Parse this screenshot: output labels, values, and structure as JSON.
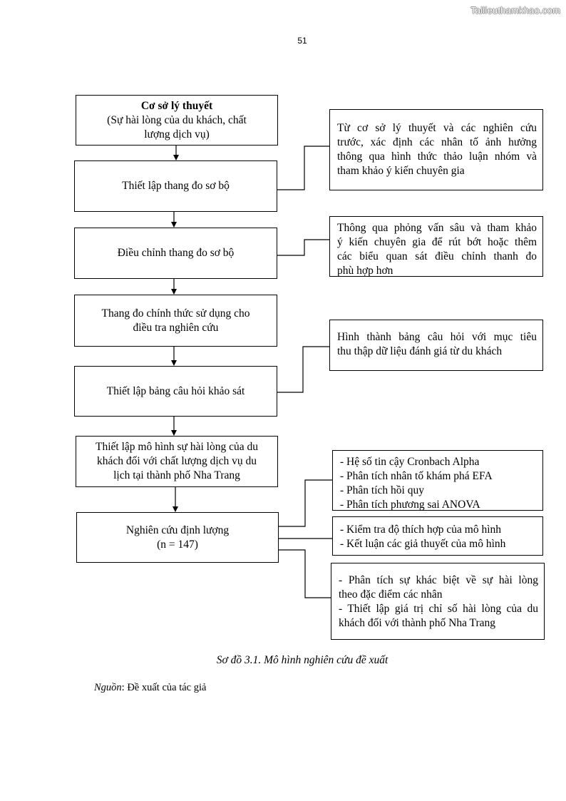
{
  "watermark": "Tailieuthamkhao.com",
  "page_number": "51",
  "left_boxes": {
    "b1": {
      "title": "Cơ sở lý thuyết",
      "line2": "(Sự hài lòng của du khách, chất",
      "line3": "lượng dịch vụ)"
    },
    "b2": {
      "line1": "Thiết lập thang đo sơ bộ"
    },
    "b3": {
      "line1": "Điều chỉnh thang đo sơ bộ"
    },
    "b4": {
      "line1": "Thang đo chính thức sử dụng cho",
      "line2": "điều tra nghiên cứu"
    },
    "b5": {
      "line1": "Thiết lập bảng câu hỏi khảo sát"
    },
    "b6": {
      "line1": "Thiết lập mô hình sự hài lòng của du",
      "line2": "khách đối với chất lượng dịch vụ du",
      "line3": "lịch tại thành phố Nha Trang"
    },
    "b7": {
      "line1": "Nghiên cứu định lượng",
      "line2": "(n = 147)"
    }
  },
  "right_boxes": {
    "r1": {
      "line1": "Từ cơ sở lý thuyết và các nghiên cứu",
      "line2": "trước, xác định các nhân tố ảnh hưởng",
      "line3": "thông qua hình thức thảo luận nhóm và",
      "line4": "tham khảo ý kiến chuyên gia"
    },
    "r2": {
      "line1": "Thông qua phỏng vấn sâu và tham khảo",
      "line2": "ý kiến chuyên gia để rút bớt hoặc thêm",
      "line3": "các biểu quan sát điều chỉnh thanh đo",
      "line4": "phù hợp hơn"
    },
    "r3": {
      "line1": "Hình thành bảng câu hỏi với mục tiêu",
      "line2": "thu thập dữ liệu đánh giá từ du khách"
    },
    "r4": {
      "line1": "- Hệ số tin cậy Cronbach Alpha",
      "line2": "- Phân tích nhân tố khám phá EFA",
      "line3": "- Phân tích hồi quy",
      "line4": "- Phân tích phương sai ANOVA"
    },
    "r5": {
      "line1": "- Kiểm tra độ thích hợp của mô hình",
      "line2": "- Kết luận các giả thuyết của mô hình"
    },
    "r6": {
      "line1": "- Phân tích sự khác biệt về sự hài lòng",
      "line2": "theo đặc điểm các nhân",
      "line3": "- Thiết lập giá trị chỉ số hài lòng của du",
      "line4": "khách đối với thành phố Nha Trang"
    }
  },
  "caption": "Sơ đồ 3.1. Mô hình nghiên cứu đề xuất",
  "source": {
    "label": "Nguồn",
    "text": ": Đề xuất của tác giả"
  }
}
